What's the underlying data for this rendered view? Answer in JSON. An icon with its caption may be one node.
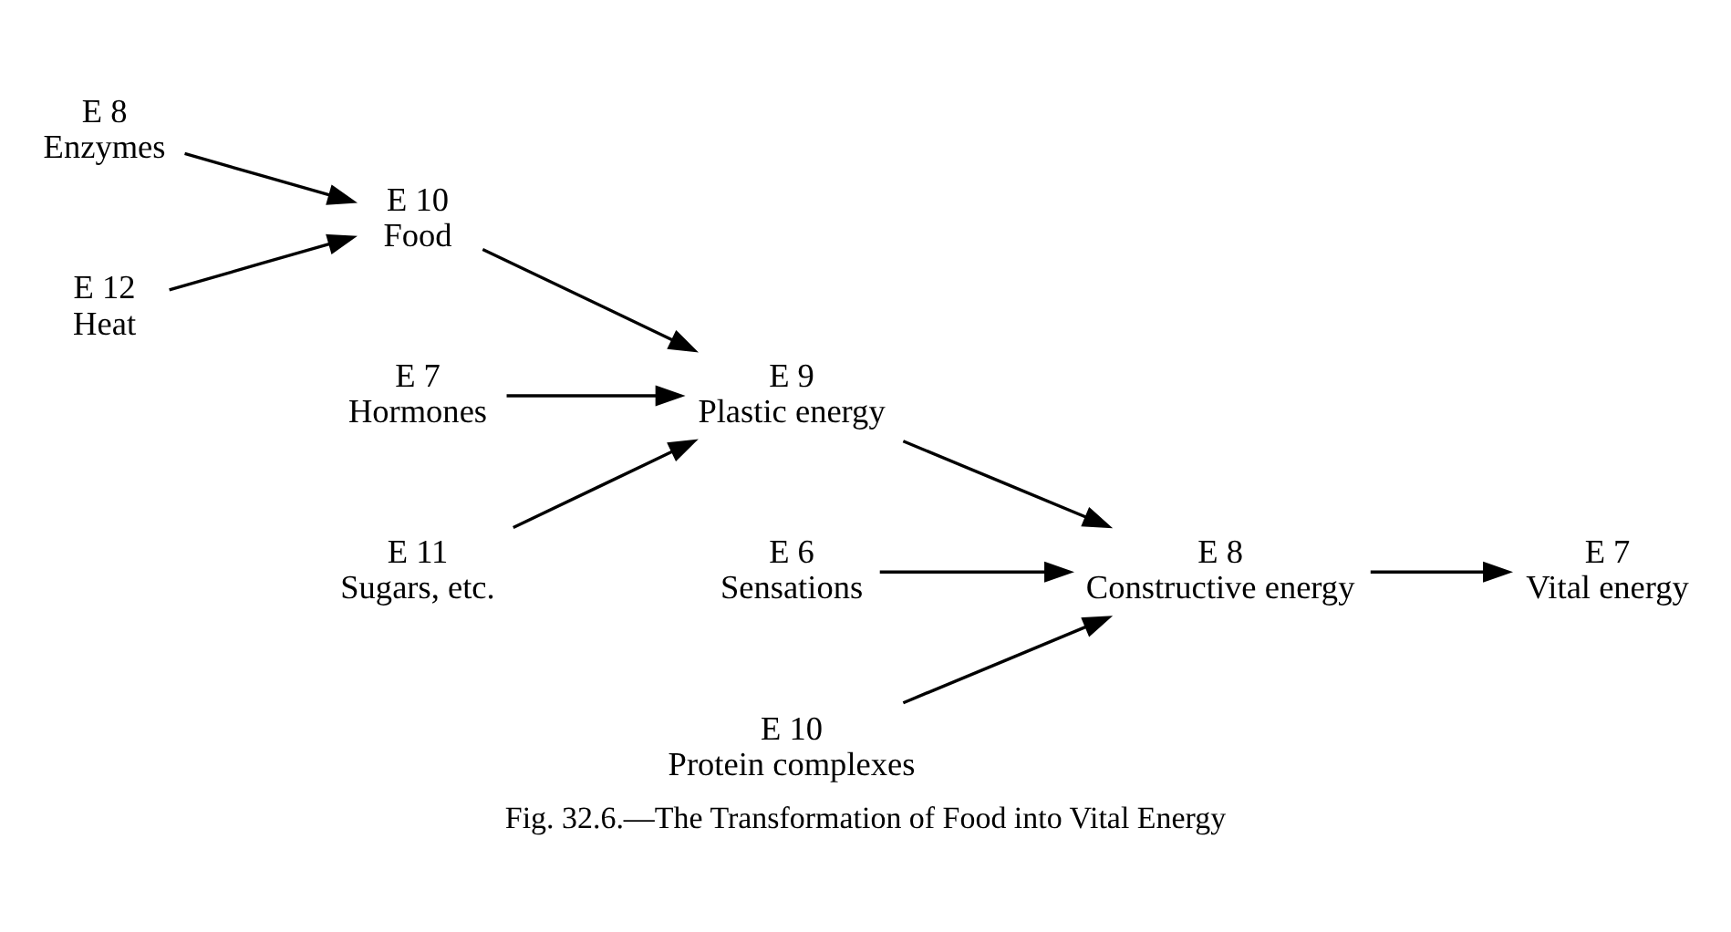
{
  "diagram": {
    "caption": "Fig. 32.6.—The Transformation of Food into Vital Energy",
    "nodes": [
      {
        "text": [
          "E 8",
          "Enzymes"
        ]
      },
      {
        "text": [
          "E 7",
          "Hormones"
        ]
      },
      {
        "text": [
          "E 6",
          "Sensations"
        ]
      },
      {
        "text": [
          "E 10",
          "Food"
        ]
      },
      {
        "text": [
          "E 9",
          "Plastic energy"
        ]
      },
      {
        "text": [
          "E 8",
          "Constructive energy"
        ]
      },
      {
        "text": [
          "E 7",
          "Vital energy"
        ]
      },
      {
        "text": [
          "E 12",
          "Heat"
        ]
      },
      {
        "text": [
          "E 11",
          "Sugars, etc."
        ]
      },
      {
        "text": [
          "E 10",
          "Protein complexes"
        ]
      }
    ],
    "edges": [
      {
        "from": 0,
        "to": 3,
        "arrow": "to"
      },
      {
        "from": 1,
        "to": 4,
        "arrow": "to"
      },
      {
        "from": 2,
        "to": 5,
        "arrow": "to"
      },
      {
        "from": 3,
        "to": 4,
        "arrow": "to"
      },
      {
        "from": 4,
        "to": 5,
        "arrow": "to"
      },
      {
        "from": 5,
        "to": 6,
        "arrow": "to"
      },
      {
        "from": 7,
        "to": 3,
        "arrow": "to"
      },
      {
        "from": 8,
        "to": 4,
        "arrow": "to"
      },
      {
        "from": 9,
        "to": 5,
        "arrow": "to"
      }
    ]
  }
}
